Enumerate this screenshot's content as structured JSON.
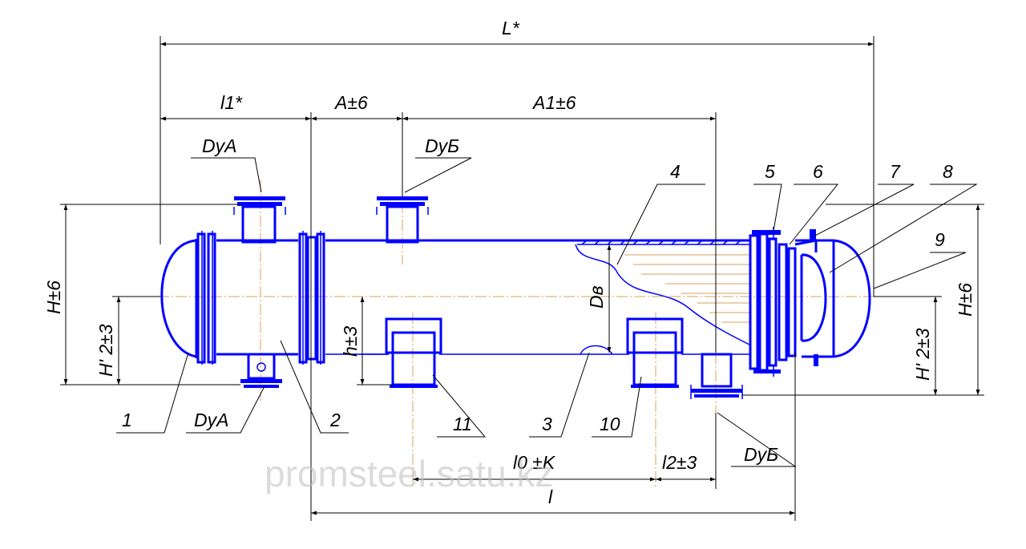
{
  "drawing": {
    "dimensions": {
      "total_length": "L*",
      "l1": "l1*",
      "a": "A±6",
      "a1": "A1±6",
      "height_left": "H±6",
      "height_half_left": "H' 2±3",
      "h_support": "h±3",
      "inner_diameter": "Dв",
      "height_right": "H±6",
      "height_half_right": "H' 2±3",
      "l0": "l0 ±K",
      "l2": "l2±3",
      "l": "l"
    },
    "nozzles": {
      "dya_top": "DyA",
      "dya_bottom": "DyA",
      "dyb_top": "DyБ",
      "dyb_bottom": "DyБ"
    },
    "parts": [
      "1",
      "2",
      "3",
      "4",
      "5",
      "6",
      "7",
      "8",
      "9",
      "10",
      "11"
    ],
    "watermark": "promsteel.satu.kz",
    "colors": {
      "body": "#0000ff",
      "axis": "#d9a15a",
      "dimension": "#000000"
    }
  }
}
